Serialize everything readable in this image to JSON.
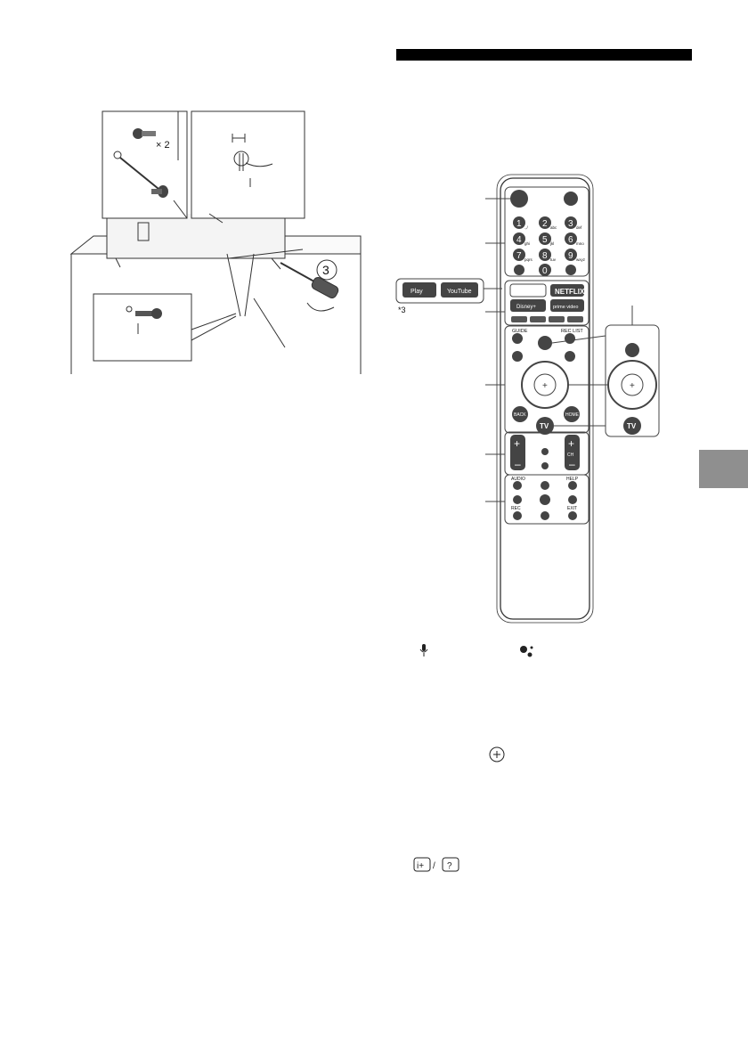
{
  "tv_illustration": {
    "screw_count_label": "× 2",
    "step_number": "3"
  },
  "remote": {
    "footnote_mark": "*3",
    "app_callout": {
      "play_label": "Play",
      "youtube_label": "YouTube"
    },
    "numbers": [
      {
        "digit": "1",
        "sub": ".,/"
      },
      {
        "digit": "2",
        "sub": "abc"
      },
      {
        "digit": "3",
        "sub": "def"
      },
      {
        "digit": "4",
        "sub": "ghi"
      },
      {
        "digit": "5",
        "sub": "jkl"
      },
      {
        "digit": "6",
        "sub": "mno"
      },
      {
        "digit": "7",
        "sub": "pqrs"
      },
      {
        "digit": "8",
        "sub": "tuv"
      },
      {
        "digit": "9",
        "sub": "wxyz"
      },
      {
        "digit": "0",
        "sub": ""
      }
    ],
    "app_buttons": {
      "netflix": "NETFLIX",
      "disney": "Disney+",
      "prime": "prime video"
    },
    "labels": {
      "guide": "GUIDE",
      "rec_list": "REC LIST",
      "back": "BACK",
      "home": "HOME",
      "tv": "TV",
      "ch": "CH",
      "audio": "AUDIO",
      "help": "HELP",
      "rec": "REC",
      "exit": "EXIT"
    },
    "colors": {
      "panel_line": "#444444",
      "button_fill": "#3a3a3a",
      "footnote_tab": "#8f8f8f"
    }
  }
}
